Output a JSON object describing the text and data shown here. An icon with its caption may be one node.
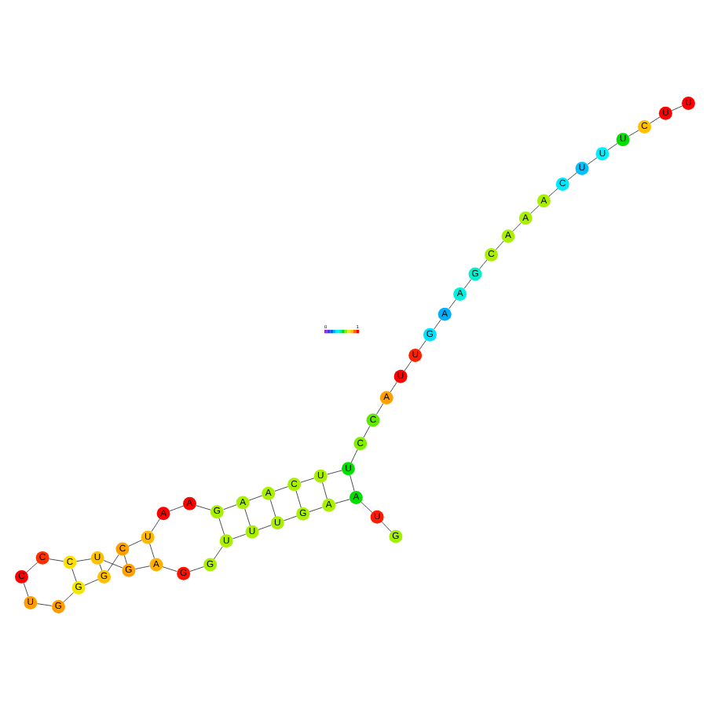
{
  "diagram": {
    "nodes": [
      {
        "text": [
          "G"
        ]
      },
      {
        "text": [
          "U"
        ]
      },
      {
        "text": [
          "A"
        ]
      },
      {
        "text": [
          "A"
        ]
      },
      {
        "text": [
          "G"
        ]
      },
      {
        "text": [
          "U"
        ]
      },
      {
        "text": [
          "U"
        ]
      },
      {
        "text": [
          "U"
        ]
      },
      {
        "text": [
          "G"
        ]
      },
      {
        "text": [
          "G"
        ]
      },
      {
        "text": [
          "A"
        ]
      },
      {
        "text": [
          "G"
        ]
      },
      {
        "text": [
          "U"
        ]
      },
      {
        "text": [
          "C"
        ]
      },
      {
        "text": [
          "C"
        ]
      },
      {
        "text": [
          "C"
        ]
      },
      {
        "text": [
          "U"
        ]
      },
      {
        "text": [
          "G"
        ]
      },
      {
        "text": [
          "G"
        ]
      },
      {
        "text": [
          "G"
        ]
      },
      {
        "text": [
          "C"
        ]
      },
      {
        "text": [
          "U"
        ]
      },
      {
        "text": [
          "A"
        ]
      },
      {
        "text": [
          "A"
        ]
      },
      {
        "text": [
          "G"
        ]
      },
      {
        "text": [
          "A"
        ]
      },
      {
        "text": [
          "A"
        ]
      },
      {
        "text": [
          "C"
        ]
      },
      {
        "text": [
          "U"
        ]
      },
      {
        "text": [
          "U"
        ]
      },
      {
        "text": [
          "C"
        ]
      },
      {
        "text": [
          "C"
        ]
      },
      {
        "text": [
          "A"
        ]
      },
      {
        "text": [
          "U"
        ]
      },
      {
        "text": [
          "U"
        ]
      },
      {
        "text": [
          "G"
        ]
      },
      {
        "text": [
          "A"
        ]
      },
      {
        "text": [
          "A"
        ]
      },
      {
        "text": [
          "G"
        ]
      },
      {
        "text": [
          "C"
        ]
      },
      {
        "text": [
          "A"
        ]
      },
      {
        "text": [
          "A"
        ]
      },
      {
        "text": [
          "A"
        ]
      },
      {
        "text": [
          "C"
        ]
      },
      {
        "text": [
          "U"
        ]
      },
      {
        "text": [
          "U"
        ]
      },
      {
        "text": [
          "U"
        ]
      },
      {
        "text": [
          "C"
        ]
      },
      {
        "text": [
          "U"
        ]
      },
      {
        "text": [
          "U"
        ]
      }
    ],
    "edges": [
      {
        "from": 0,
        "to": 1,
        "arrow": "none"
      },
      {
        "from": 1,
        "to": 2,
        "arrow": "none"
      },
      {
        "from": 2,
        "to": 3,
        "arrow": "none"
      },
      {
        "from": 3,
        "to": 4,
        "arrow": "none"
      },
      {
        "from": 4,
        "to": 5,
        "arrow": "none"
      },
      {
        "from": 5,
        "to": 6,
        "arrow": "none"
      },
      {
        "from": 6,
        "to": 7,
        "arrow": "none"
      },
      {
        "from": 7,
        "to": 8,
        "arrow": "none"
      },
      {
        "from": 8,
        "to": 9,
        "arrow": "none"
      },
      {
        "from": 9,
        "to": 10,
        "arrow": "none"
      },
      {
        "from": 10,
        "to": 11,
        "arrow": "none"
      },
      {
        "from": 11,
        "to": 12,
        "arrow": "none"
      },
      {
        "from": 12,
        "to": 13,
        "arrow": "none"
      },
      {
        "from": 13,
        "to": 14,
        "arrow": "none"
      },
      {
        "from": 14,
        "to": 15,
        "arrow": "none"
      },
      {
        "from": 15,
        "to": 16,
        "arrow": "none"
      },
      {
        "from": 16,
        "to": 17,
        "arrow": "none"
      },
      {
        "from": 17,
        "to": 18,
        "arrow": "none"
      },
      {
        "from": 18,
        "to": 19,
        "arrow": "none"
      },
      {
        "from": 19,
        "to": 20,
        "arrow": "none"
      },
      {
        "from": 20,
        "to": 21,
        "arrow": "none"
      },
      {
        "from": 21,
        "to": 22,
        "arrow": "none"
      },
      {
        "from": 22,
        "to": 23,
        "arrow": "none"
      },
      {
        "from": 23,
        "to": 24,
        "arrow": "none"
      },
      {
        "from": 24,
        "to": 25,
        "arrow": "none"
      },
      {
        "from": 25,
        "to": 26,
        "arrow": "none"
      },
      {
        "from": 26,
        "to": 27,
        "arrow": "none"
      },
      {
        "from": 27,
        "to": 28,
        "arrow": "none"
      },
      {
        "from": 28,
        "to": 29,
        "arrow": "none"
      },
      {
        "from": 29,
        "to": 30,
        "arrow": "none"
      },
      {
        "from": 30,
        "to": 31,
        "arrow": "none"
      },
      {
        "from": 31,
        "to": 32,
        "arrow": "none"
      },
      {
        "from": 32,
        "to": 33,
        "arrow": "none"
      },
      {
        "from": 33,
        "to": 34,
        "arrow": "none"
      },
      {
        "from": 34,
        "to": 35,
        "arrow": "none"
      },
      {
        "from": 35,
        "to": 36,
        "arrow": "none"
      },
      {
        "from": 36,
        "to": 37,
        "arrow": "none"
      },
      {
        "from": 37,
        "to": 38,
        "arrow": "none"
      },
      {
        "from": 38,
        "to": 39,
        "arrow": "none"
      },
      {
        "from": 39,
        "to": 40,
        "arrow": "none"
      },
      {
        "from": 40,
        "to": 41,
        "arrow": "none"
      },
      {
        "from": 41,
        "to": 42,
        "arrow": "none"
      },
      {
        "from": 42,
        "to": 43,
        "arrow": "none"
      },
      {
        "from": 43,
        "to": 44,
        "arrow": "none"
      },
      {
        "from": 44,
        "to": 45,
        "arrow": "none"
      },
      {
        "from": 45,
        "to": 46,
        "arrow": "none"
      },
      {
        "from": 46,
        "to": 47,
        "arrow": "none"
      },
      {
        "from": 47,
        "to": 48,
        "arrow": "none"
      },
      {
        "from": 48,
        "to": 49,
        "arrow": "none"
      },
      {
        "from": 2,
        "to": 29,
        "arrow": "none"
      },
      {
        "from": 3,
        "to": 28,
        "arrow": "none"
      },
      {
        "from": 4,
        "to": 27,
        "arrow": "none"
      },
      {
        "from": 5,
        "to": 26,
        "arrow": "none"
      },
      {
        "from": 6,
        "to": 25,
        "arrow": "none"
      },
      {
        "from": 7,
        "to": 24,
        "arrow": "none"
      },
      {
        "from": 10,
        "to": 21,
        "arrow": "none"
      },
      {
        "from": 11,
        "to": 20,
        "arrow": "none"
      },
      {
        "from": 12,
        "to": 19,
        "arrow": "none"
      },
      {
        "from": 13,
        "to": 18,
        "arrow": "none"
      }
    ],
    "labels": [
      "0",
      "1"
    ]
  }
}
